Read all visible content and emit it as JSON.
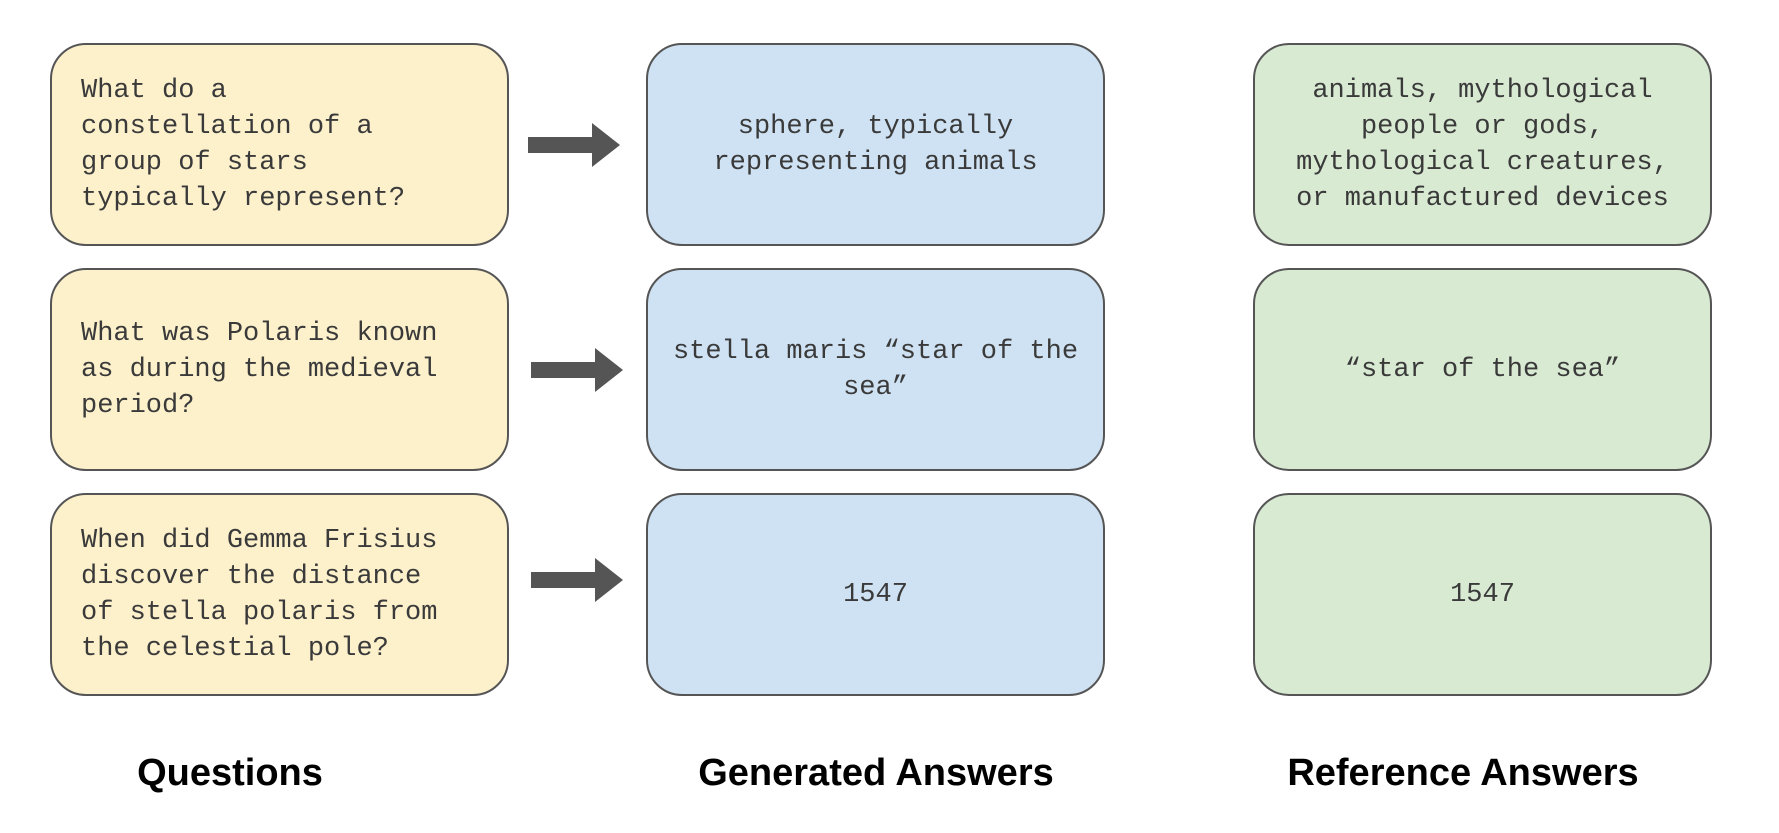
{
  "colors": {
    "question_fill": "#fdf1cc",
    "generated_fill": "#cfe2f3",
    "reference_fill": "#d9ead3",
    "border": "#555555",
    "arrow": "#555555"
  },
  "rows": [
    {
      "question": "What do a\nconstellation of a\ngroup of stars\ntypically represent?",
      "generated": "sphere, typically representing animals",
      "reference": "animals, mythological people or gods, mythological creatures, or manufactured devices"
    },
    {
      "question": "What was Polaris known\nas during the medieval\nperiod?",
      "generated": "stella maris “star of the sea”",
      "reference": "“star of the sea”"
    },
    {
      "question": "When did Gemma Frisius\ndiscover the distance\nof stella polaris from\nthe celestial pole?",
      "generated": "1547",
      "reference": "1547"
    }
  ],
  "labels": {
    "questions": "Questions",
    "generated": "Generated Answers",
    "reference": "Reference Answers"
  }
}
